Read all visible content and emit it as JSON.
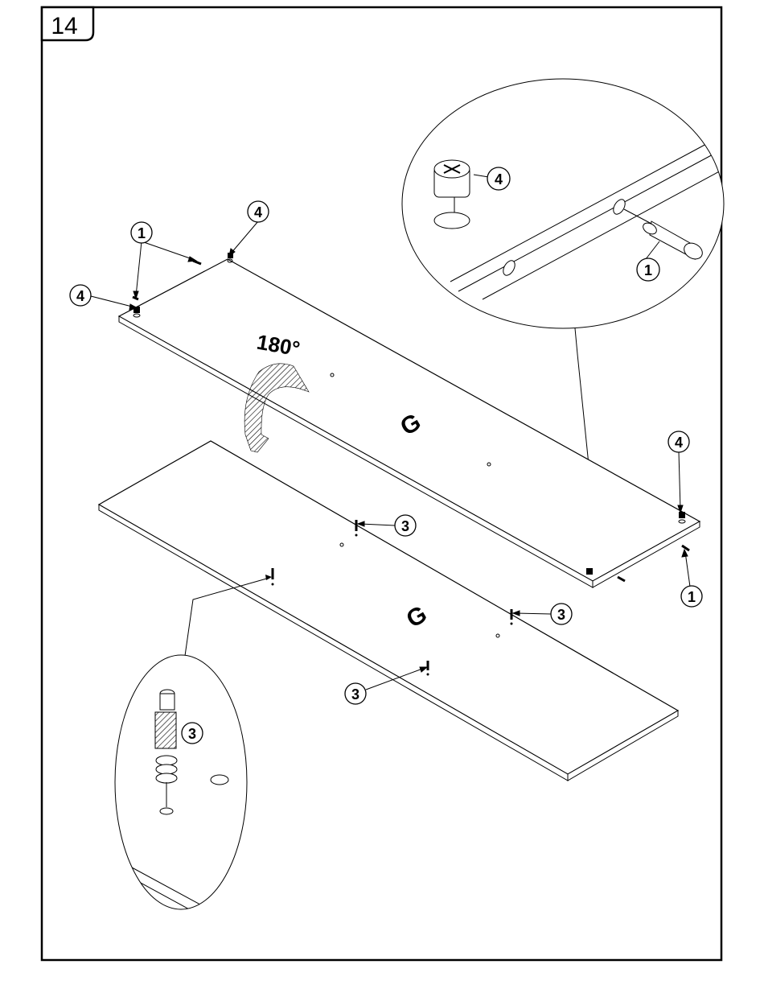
{
  "step": {
    "number": "14"
  },
  "rotation": {
    "label": "180°"
  },
  "panel_marks": {
    "upper": "G",
    "lower": "G"
  },
  "callouts": [
    {
      "id": "c1",
      "text": "1"
    },
    {
      "id": "c2",
      "text": "1"
    },
    {
      "id": "c3",
      "text": "1"
    },
    {
      "id": "c4",
      "text": "4"
    },
    {
      "id": "c5",
      "text": "4"
    },
    {
      "id": "c6",
      "text": "4"
    },
    {
      "id": "c7",
      "text": "4"
    },
    {
      "id": "c8",
      "text": "3"
    },
    {
      "id": "c9",
      "text": "3"
    },
    {
      "id": "c10",
      "text": "3"
    },
    {
      "id": "c11",
      "text": "3"
    }
  ],
  "colors": {
    "line": "#000000",
    "paper": "#ffffff"
  },
  "icons": [
    "dowel-icon",
    "cam-lock-icon",
    "cam-bolt-icon",
    "rotate-arrow-icon"
  ]
}
